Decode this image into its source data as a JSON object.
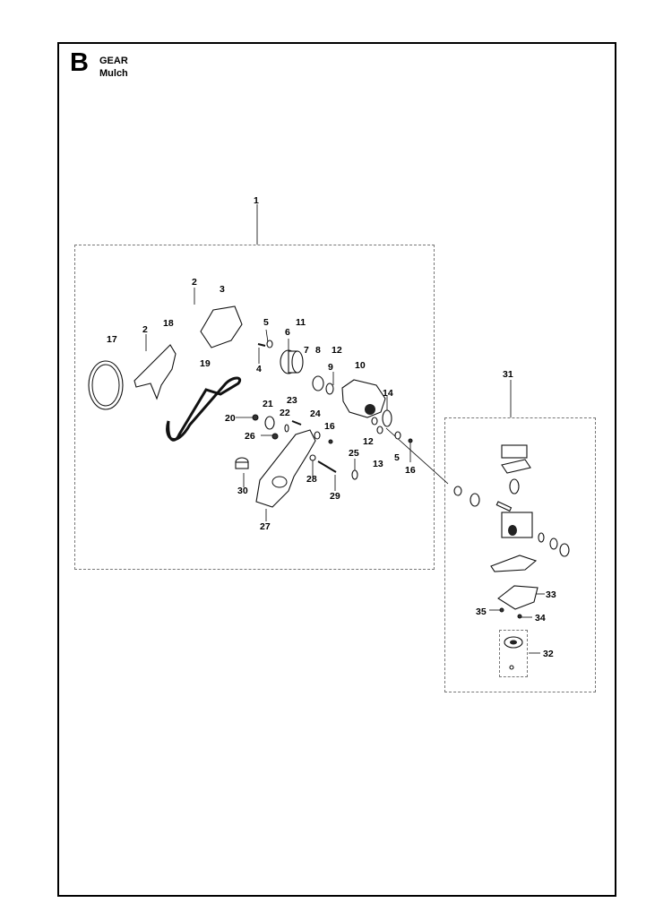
{
  "header": {
    "section_letter": "B",
    "title": "GEAR",
    "subtitle": "Mulch"
  },
  "callouts": {
    "c1": "1",
    "c2a": "2",
    "c2b": "2",
    "c3": "3",
    "c4": "4",
    "c5a": "5",
    "c5b": "5",
    "c6": "6",
    "c7": "7",
    "c8": "8",
    "c9": "9",
    "c10": "10",
    "c11": "11",
    "c12a": "12",
    "c12b": "12",
    "c13": "13",
    "c14": "14",
    "c16a": "16",
    "c16b": "16",
    "c17": "17",
    "c18": "18",
    "c19": "19",
    "c20": "20",
    "c21": "21",
    "c22": "22",
    "c23": "23",
    "c24": "24",
    "c25": "25",
    "c26": "26",
    "c27": "27",
    "c28": "28",
    "c29": "29",
    "c30": "30",
    "c31": "31",
    "c32": "32",
    "c33": "33",
    "c34": "34",
    "c35": "35"
  }
}
